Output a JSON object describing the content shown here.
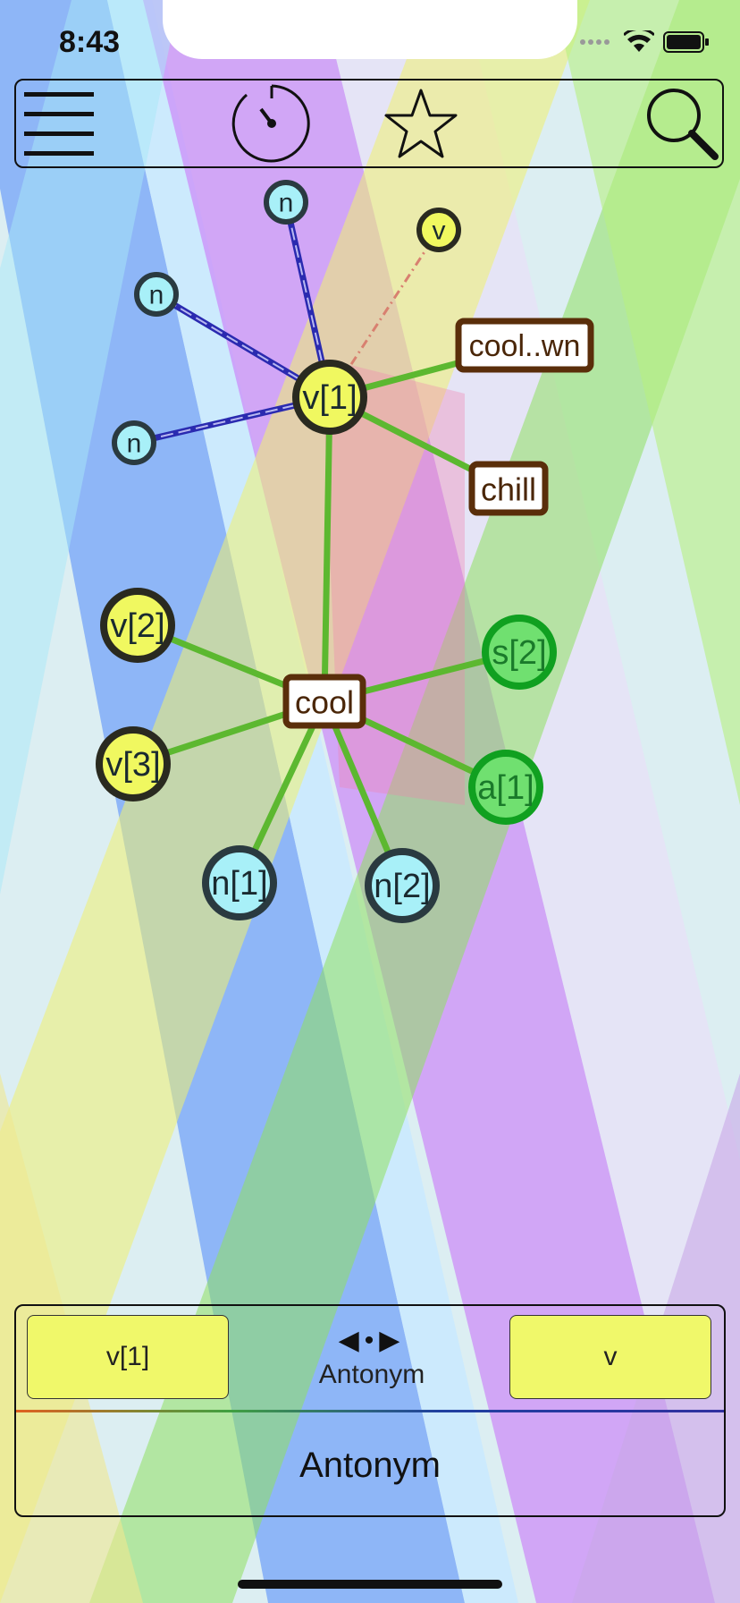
{
  "status_bar": {
    "time": "8:43"
  },
  "toolbar": {
    "menu_icon": "hamburger-menu-icon",
    "timer_icon": "timer-icon",
    "favorite_icon": "star-icon",
    "search_icon": "search-icon"
  },
  "graph": {
    "nodes": [
      {
        "id": "n_top",
        "label": "n",
        "shape": "circle",
        "color": "#a8f0f8",
        "border": "#2a3a40"
      },
      {
        "id": "v_top",
        "label": "v",
        "shape": "circle",
        "color": "#f0f860",
        "border": "#2a2a20"
      },
      {
        "id": "n_mid",
        "label": "n",
        "shape": "circle",
        "color": "#a8f0f8",
        "border": "#2a3a40"
      },
      {
        "id": "n_low",
        "label": "n",
        "shape": "circle",
        "color": "#a8f0f8",
        "border": "#2a3a40"
      },
      {
        "id": "v1",
        "label": "v[1]",
        "shape": "circle",
        "color": "#f0f860",
        "border": "#2a2a20"
      },
      {
        "id": "coolwn",
        "label": "cool..wn",
        "shape": "box",
        "color": "#ffffff",
        "border": "#5a2e0a"
      },
      {
        "id": "chill",
        "label": "chill",
        "shape": "box",
        "color": "#ffffff",
        "border": "#5a2e0a"
      },
      {
        "id": "cool",
        "label": "cool",
        "shape": "box",
        "color": "#ffffff",
        "border": "#5a2e0a"
      },
      {
        "id": "v2",
        "label": "v[2]",
        "shape": "circle",
        "color": "#f0f860",
        "border": "#2a2a20"
      },
      {
        "id": "v3",
        "label": "v[3]",
        "shape": "circle",
        "color": "#f0f860",
        "border": "#2a2a20"
      },
      {
        "id": "s2",
        "label": "s[2]",
        "shape": "circle",
        "color": "#70e070",
        "border": "#10a020"
      },
      {
        "id": "a1",
        "label": "a[1]",
        "shape": "circle",
        "color": "#70e070",
        "border": "#10a020"
      },
      {
        "id": "n1",
        "label": "n[1]",
        "shape": "circle",
        "color": "#a8f0f8",
        "border": "#2a3a40"
      },
      {
        "id": "n2",
        "label": "n[2]",
        "shape": "circle",
        "color": "#a8f0f8",
        "border": "#2a3a40"
      }
    ]
  },
  "bottom_panel": {
    "left_button": "v[1]",
    "right_button": "v",
    "nav_relation": "Antonym",
    "relation_title": "Antonym"
  }
}
